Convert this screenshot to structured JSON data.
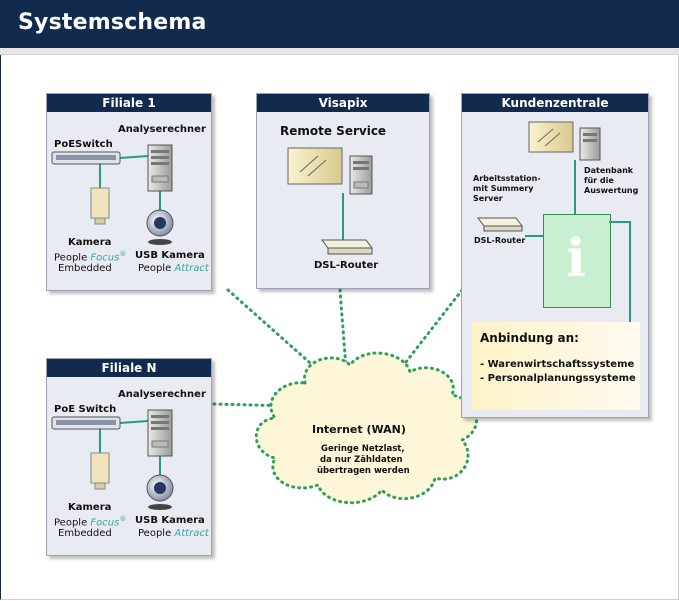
{
  "header": {
    "title": "Systemschema"
  },
  "filiale1": {
    "title": "Filiale 1",
    "switch_label": "PoESwitch",
    "pc_label": "Analyserechner",
    "camera_label": "Kamera",
    "camera_sub_prefix": "People ",
    "camera_sub_italic": "Focus",
    "camera_sub_reg": "®",
    "camera_sub2": "Embedded",
    "usb_label": "USB Kamera",
    "usb_sub_prefix": "People ",
    "usb_sub_italic": "Attract"
  },
  "filialeN": {
    "title": "Filiale N",
    "switch_label": "PoE Switch",
    "pc_label": "Analyserechner",
    "camera_label": "Kamera",
    "camera_sub_prefix": "People ",
    "camera_sub_italic": "Focus",
    "camera_sub_reg": "®",
    "camera_sub2": "Embedded",
    "usb_label": "USB Kamera",
    "usb_sub_prefix": "People ",
    "usb_sub_italic": "Attract"
  },
  "visapix": {
    "title": "Visapix",
    "subtitle": "Remote Service",
    "router_label": "DSL-Router"
  },
  "kunden": {
    "title": "Kundenzentrale",
    "workstation_label_1": "Arbeitsstation-",
    "workstation_label_2": "mit Summery",
    "workstation_label_3": "Server",
    "db_label_1": "Datenbank",
    "db_label_2": "für die",
    "db_label_3": "Auswertung",
    "router_label": "DSL-Router",
    "info_glyph": "i",
    "anbindung_title": "Anbindung an:",
    "anbindung_item_1": "- Warenwirtschaftssysteme",
    "anbindung_item_2": "- Personalplanungssysteme"
  },
  "cloud": {
    "title": "Internet (WAN)",
    "line1": "Geringe Netzlast,",
    "line2": "da nur Zähldaten",
    "line3": "übertragen werden"
  },
  "colors": {
    "navy": "#132a4f",
    "teal_line": "#22a07a",
    "dotted": "#2fa05a",
    "info_green": "#c9efd1"
  }
}
